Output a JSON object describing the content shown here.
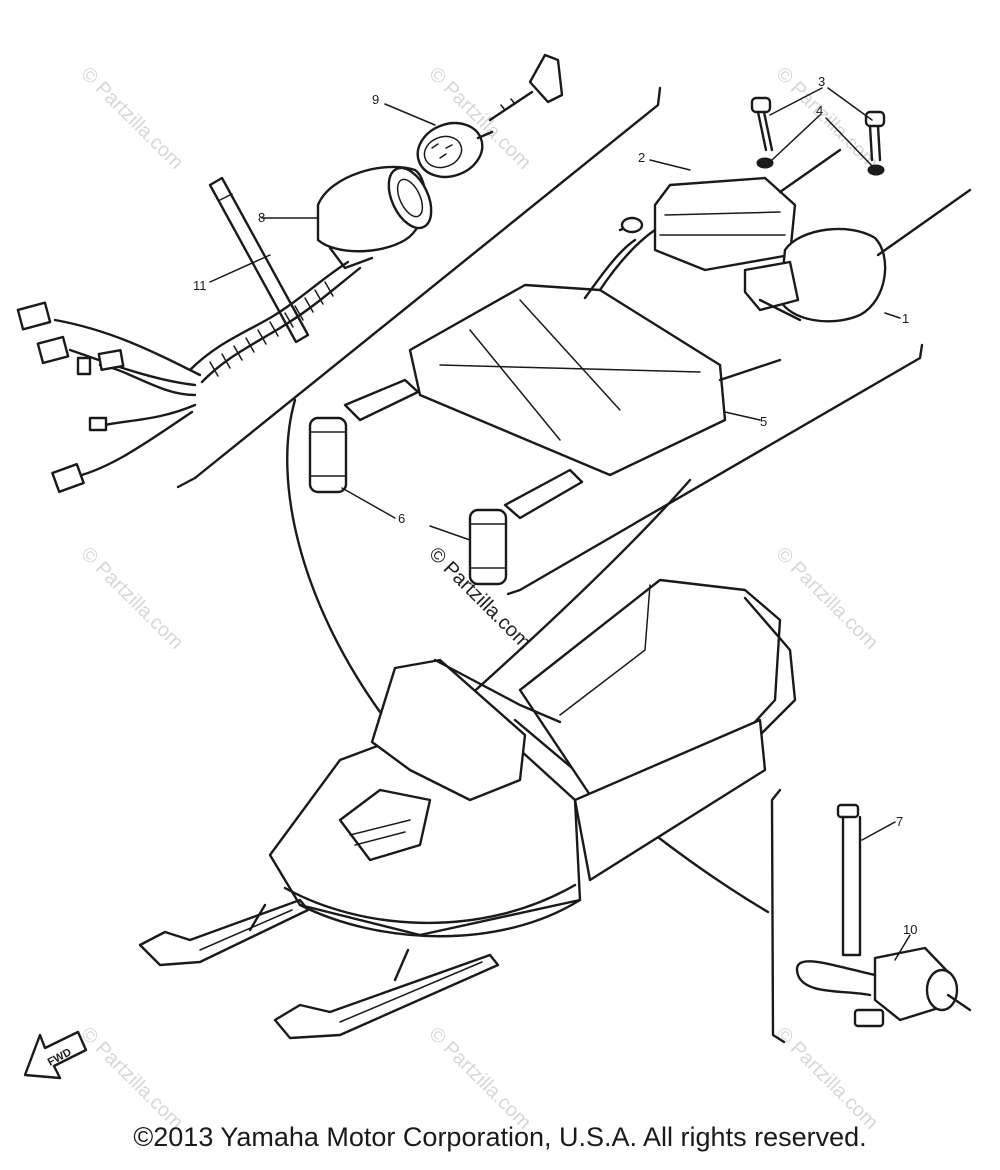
{
  "callouts": [
    "1",
    "2",
    "3",
    "4",
    "5",
    "6",
    "7",
    "8",
    "9",
    "10",
    "11"
  ],
  "direction_marker": "FWD",
  "watermark": "© Partzilla.com",
  "copyright": "©2013 Yamaha Motor Corporation, U.S.A. All rights reserved."
}
